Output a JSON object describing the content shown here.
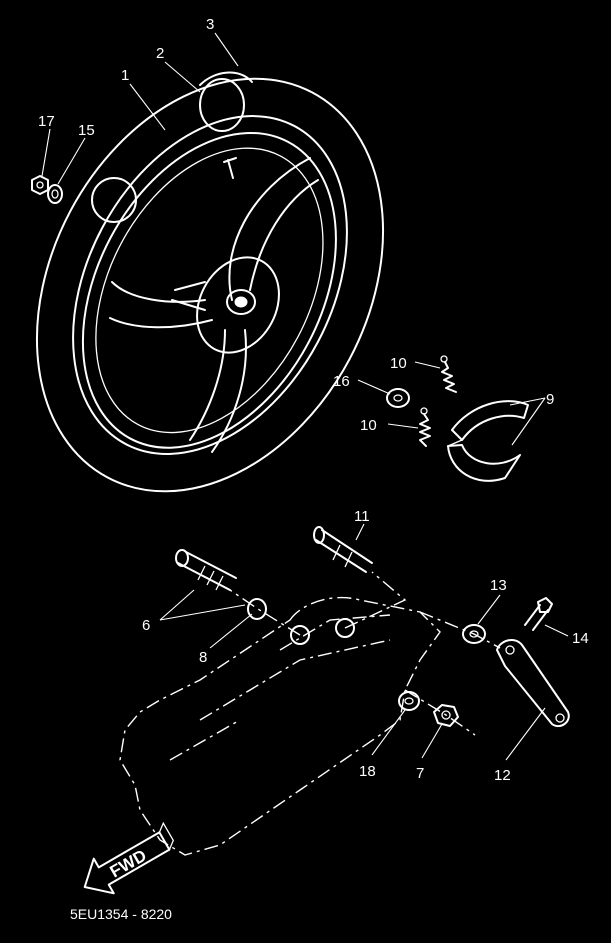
{
  "diagram": {
    "callouts": {
      "c1": "1",
      "c2": "2",
      "c3": "3",
      "c17": "17",
      "c15": "15",
      "c10a": "10",
      "c16": "16",
      "c10b": "10",
      "c9": "9",
      "c11": "11",
      "c6": "6",
      "c8": "8",
      "c13": "13",
      "c14": "14",
      "c18": "18",
      "c7": "7",
      "c12": "12"
    },
    "fwd_label": "FWD",
    "diagram_code": "5EU1354 - 8220"
  },
  "colors": {
    "background": "#000000",
    "line": "#ffffff"
  }
}
